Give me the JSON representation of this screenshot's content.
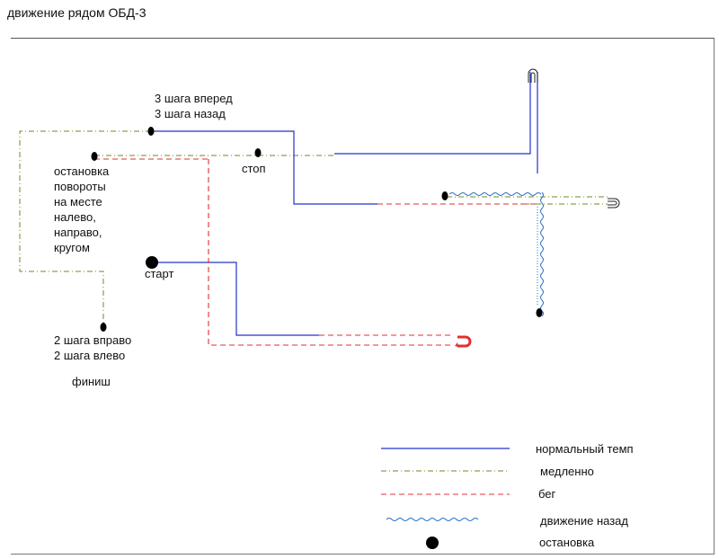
{
  "title": "движение рядом ОБД-3",
  "labels": {
    "three_steps": "3 шага вперед\n3 шага назад",
    "stop_turns": "остановка\nповороты\nна месте\nналево,\nнаправо,\nкругом",
    "stop": "стоп",
    "start": "старт",
    "two_steps": "2 шага вправо\n2 шага влево",
    "finish": "финиш"
  },
  "legend": {
    "normal": "нормальный темп",
    "slow": "медленно",
    "run": "бег",
    "back": "движение назад",
    "halt": "остановка"
  },
  "colors": {
    "normal": "#2233cc",
    "slow": "#6b8e23",
    "run": "#e03030",
    "back": "#2a6fc9",
    "dot": "#000000"
  }
}
